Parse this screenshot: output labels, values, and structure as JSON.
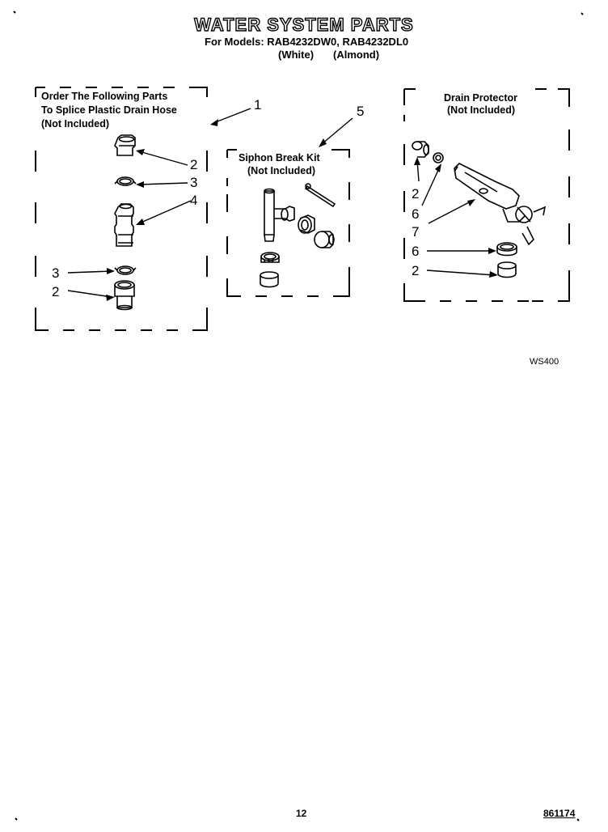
{
  "header": {
    "title": "WATER SYSTEM PARTS",
    "models_line": "For Models: RAB4232DW0, RAB4232DL0",
    "colors_white": "(White)",
    "colors_almond": "(Almond)"
  },
  "boxes": {
    "splice": {
      "line1": "Order The Following Parts",
      "line2": "To Splice Plastic Drain Hose",
      "line3": "(Not Included)"
    },
    "siphon": {
      "line1": "Siphon Break Kit",
      "line2": "(Not Included)"
    },
    "drain": {
      "line1": "Drain Protector",
      "line2": "(Not Included)"
    }
  },
  "callouts": {
    "c1": "1",
    "c2a": "2",
    "c3a": "3",
    "c4": "4",
    "c3b": "3",
    "c2b": "2",
    "c5": "5",
    "d2a": "2",
    "d6a": "6",
    "d7": "7",
    "d6b": "6",
    "d2b": "2"
  },
  "diagram_code": "WS400",
  "footer": {
    "page_number": "12",
    "doc_number": "861174"
  }
}
